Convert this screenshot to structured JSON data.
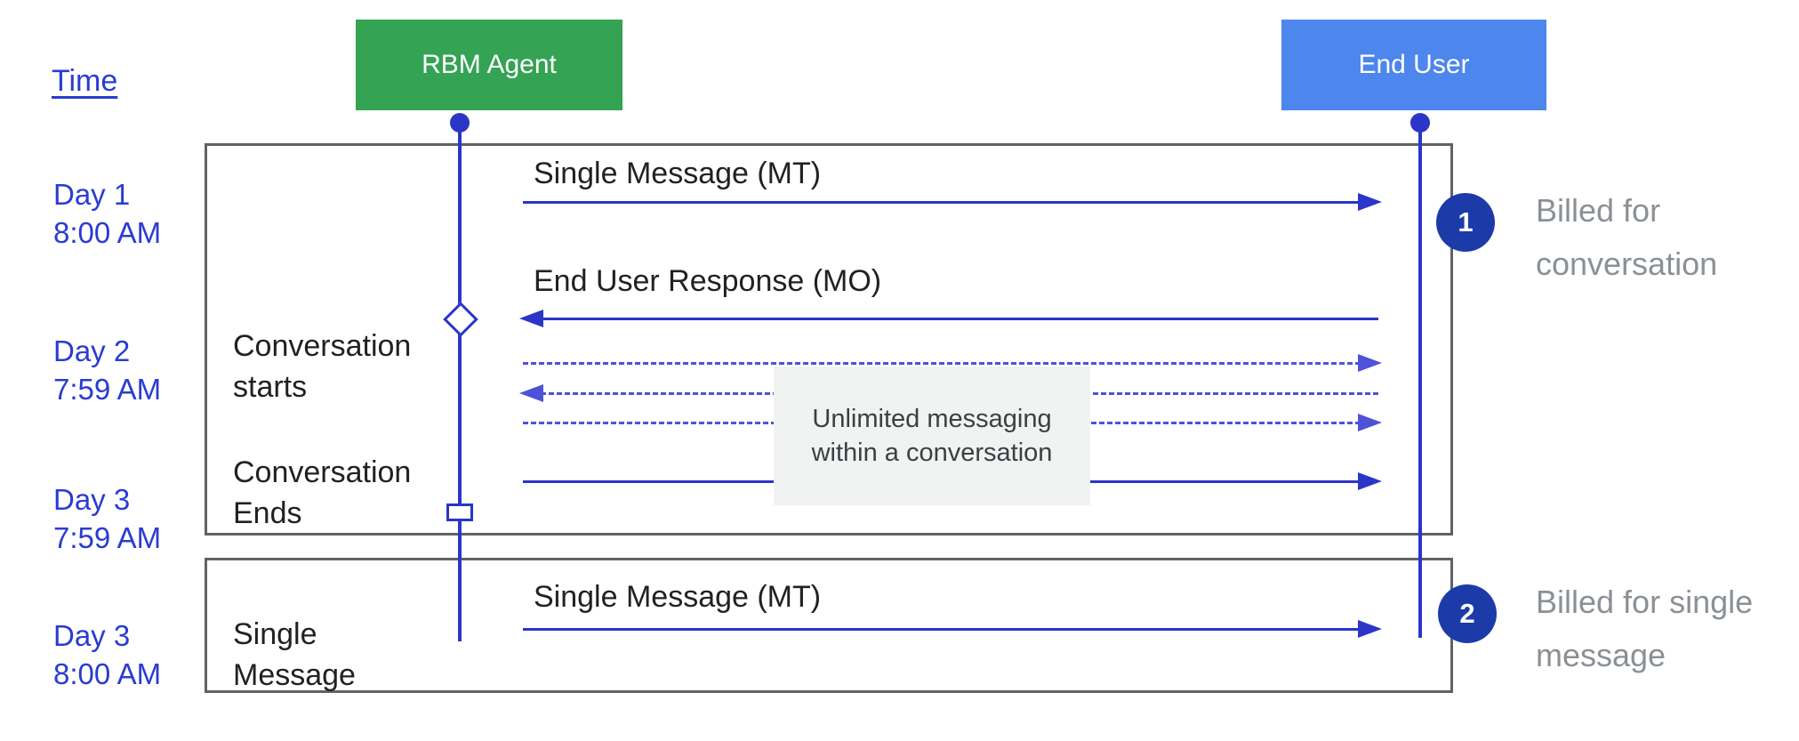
{
  "colors": {
    "green": "#34a353",
    "eublue": "#4d86ec",
    "navy": "#1c3ba8",
    "arrow": "#2b35c8",
    "dashedblue": "#4d52d8",
    "labelblue": "#2a3cd1",
    "border": "#5f6368",
    "greytext": "#8b9095",
    "panelbg": "#f1f2f2",
    "paneltext": "#3c4043",
    "msgtext": "#202124"
  },
  "time_axis": {
    "label": "Time"
  },
  "actors": {
    "rbm": {
      "label": "RBM Agent"
    },
    "end_user": {
      "label": "End User"
    }
  },
  "time_markers": [
    {
      "day": "Day 1",
      "time": "8:00 AM"
    },
    {
      "day": "Day 2",
      "time": "7:59 AM"
    },
    {
      "day": "Day 3",
      "time": "7:59 AM"
    },
    {
      "day": "Day 3",
      "time": "8:00 AM"
    }
  ],
  "lifecycle": {
    "starts_line1": "Conversation",
    "starts_line2": "starts",
    "ends_line1": "Conversation",
    "ends_line2": "Ends",
    "single_line1": "Single",
    "single_line2": "Message"
  },
  "messages": {
    "mt1": "Single Message (MT)",
    "mo": "End User Response (MO)",
    "mt2": "Single Message (MT)"
  },
  "note": {
    "line1": "Unlimited messaging",
    "line2": "within a conversation"
  },
  "annotations": [
    {
      "number": "1",
      "line1": "Billed for",
      "line2": "conversation"
    },
    {
      "number": "2",
      "line1": "Billed for single",
      "line2": "message"
    }
  ]
}
